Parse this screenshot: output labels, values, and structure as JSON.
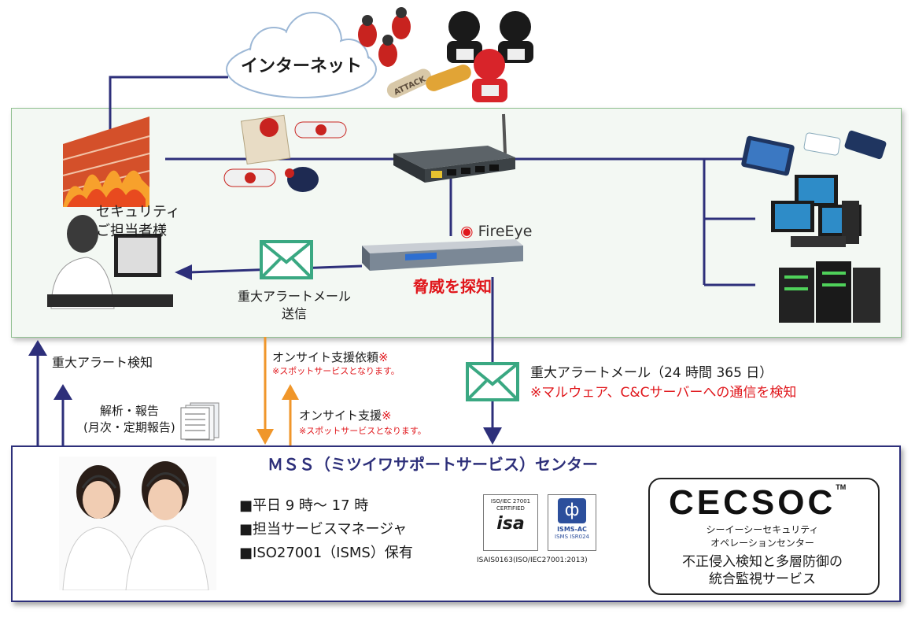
{
  "internet": {
    "label": "インターネット",
    "attack_label": "ATTACK"
  },
  "security_staff": {
    "label_line1": "セキュリティ",
    "label_line2": "ご担当者様"
  },
  "fireeye": {
    "brand": "FireEye",
    "detect_label": "脅威を探知"
  },
  "alert_mail_send": {
    "line1": "重大アラートメール",
    "line2": "送信"
  },
  "left_arrows": {
    "alert_detect": "重大アラート検知",
    "analysis_line1": "解析・報告",
    "analysis_line2": "(月次・定期報告)"
  },
  "onsite_request": {
    "label": "オンサイト支援依頼",
    "mark": "※",
    "note": "※スポットサービスとなります。"
  },
  "onsite_support": {
    "label": "オンサイト支援",
    "mark": "※",
    "note": "※スポットサービスとなります。"
  },
  "alert_mail_24h": {
    "line1": "重大アラートメール（24 時間 365 日）",
    "line2": "※マルウェア、C&Cサーバーへの通信を検知"
  },
  "mss": {
    "title": "ＭＳＳ（ミツイワサポートサービス）センター",
    "features": [
      "■平日 9 時～ 17 時",
      "■担当サービスマネージャ",
      "■ISO27001（ISMS）保有"
    ],
    "cert_isa_line1": "ISO/IEC 27001",
    "cert_isa_line2": "CERTIFIED",
    "cert_isa_logo": "isa",
    "cert_isms_line1": "ISMS-AC",
    "cert_isms_line2": "ISMS",
    "cert_isms_code": "ISR024",
    "cert_caption": "ISAIS0163(ISO/IEC27001:2013)"
  },
  "cecsoc": {
    "logo": "CECSOC",
    "tm": "TM",
    "subtitle_line1": "シーイーシーセキュリティ",
    "subtitle_line2": "オペレーションセンター",
    "desc_line1": "不正侵入検知と多層防御の",
    "desc_line2": "統合監視サービス"
  },
  "colors": {
    "navy": "#2d2f7a",
    "orange": "#f0962a",
    "red": "#e0161b",
    "mail_green": "#3aa882",
    "box_border": "#8fbf8f"
  }
}
